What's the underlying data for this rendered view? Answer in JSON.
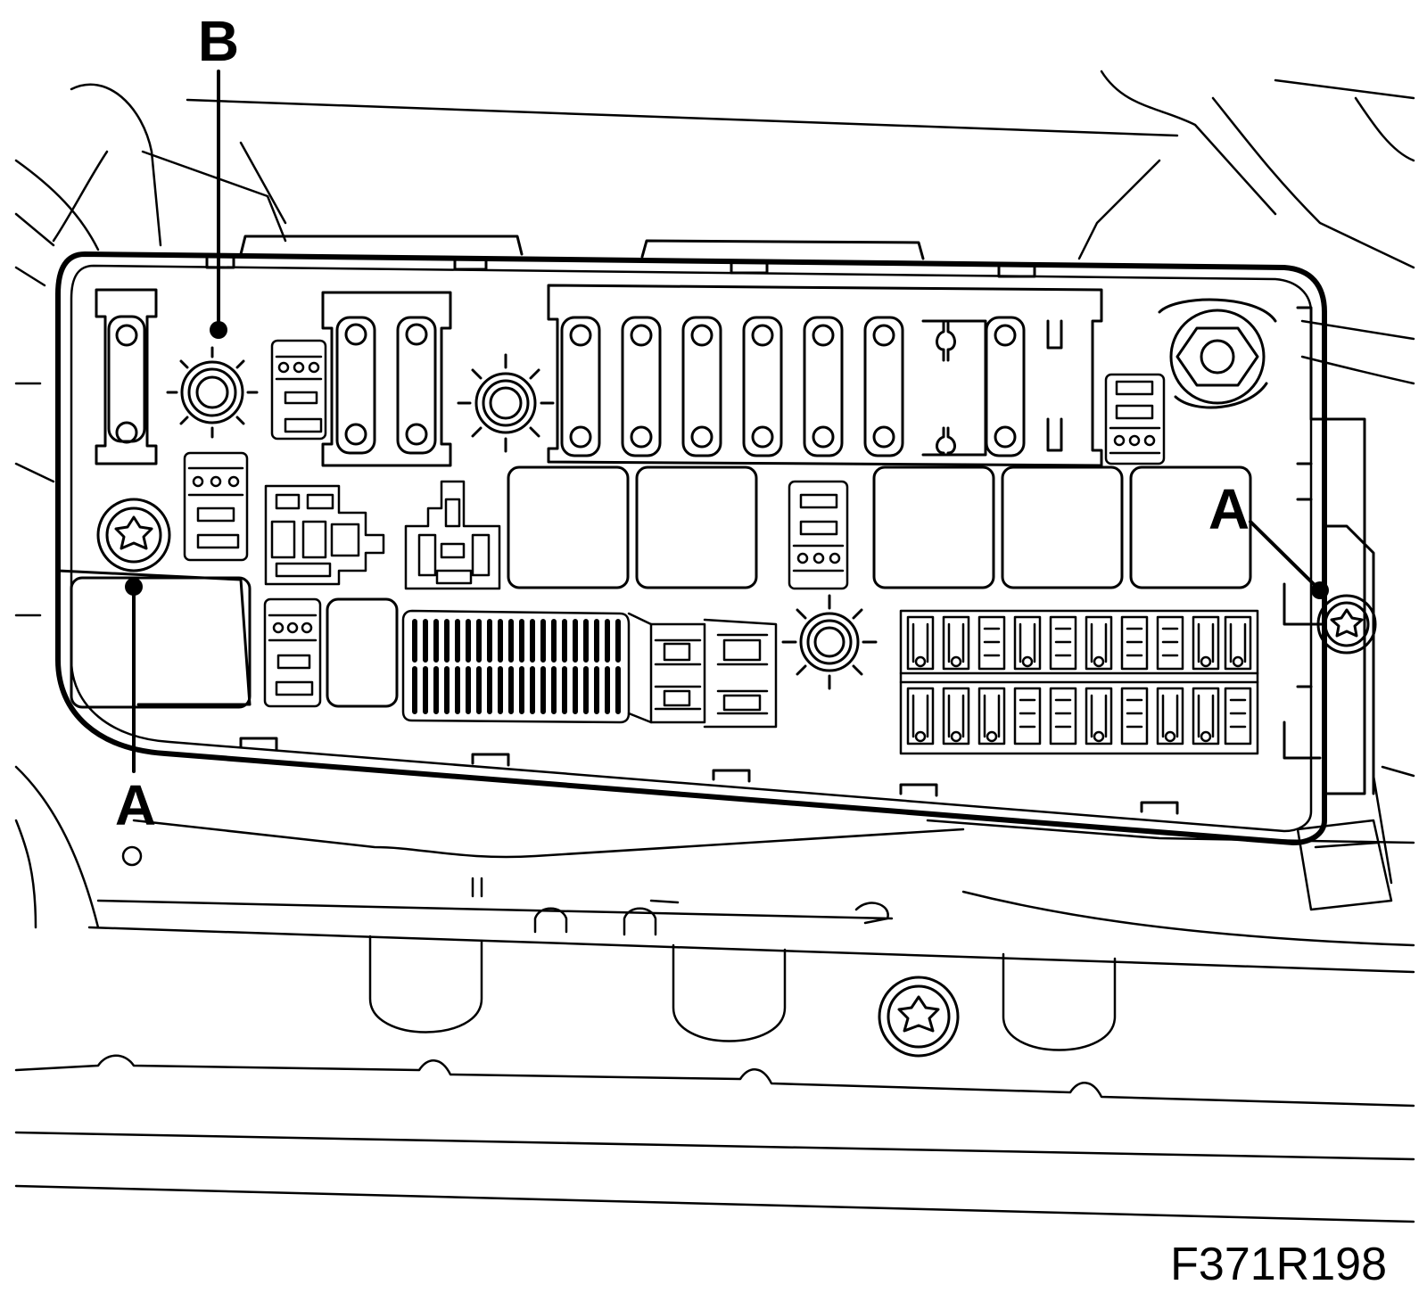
{
  "diagram": {
    "callouts": {
      "b_top": "B",
      "a_left": "A",
      "a_right": "A"
    },
    "figure_code": "F371R198",
    "colors": {
      "line": "#000000",
      "background": "#ffffff"
    },
    "components": {
      "fuse_rows": 2,
      "fuses_per_row": 10,
      "large_fuse_pairs": 3,
      "wide_fuse_positions": 8,
      "relays": 8,
      "studs": 3,
      "torx_screws": 3
    }
  }
}
